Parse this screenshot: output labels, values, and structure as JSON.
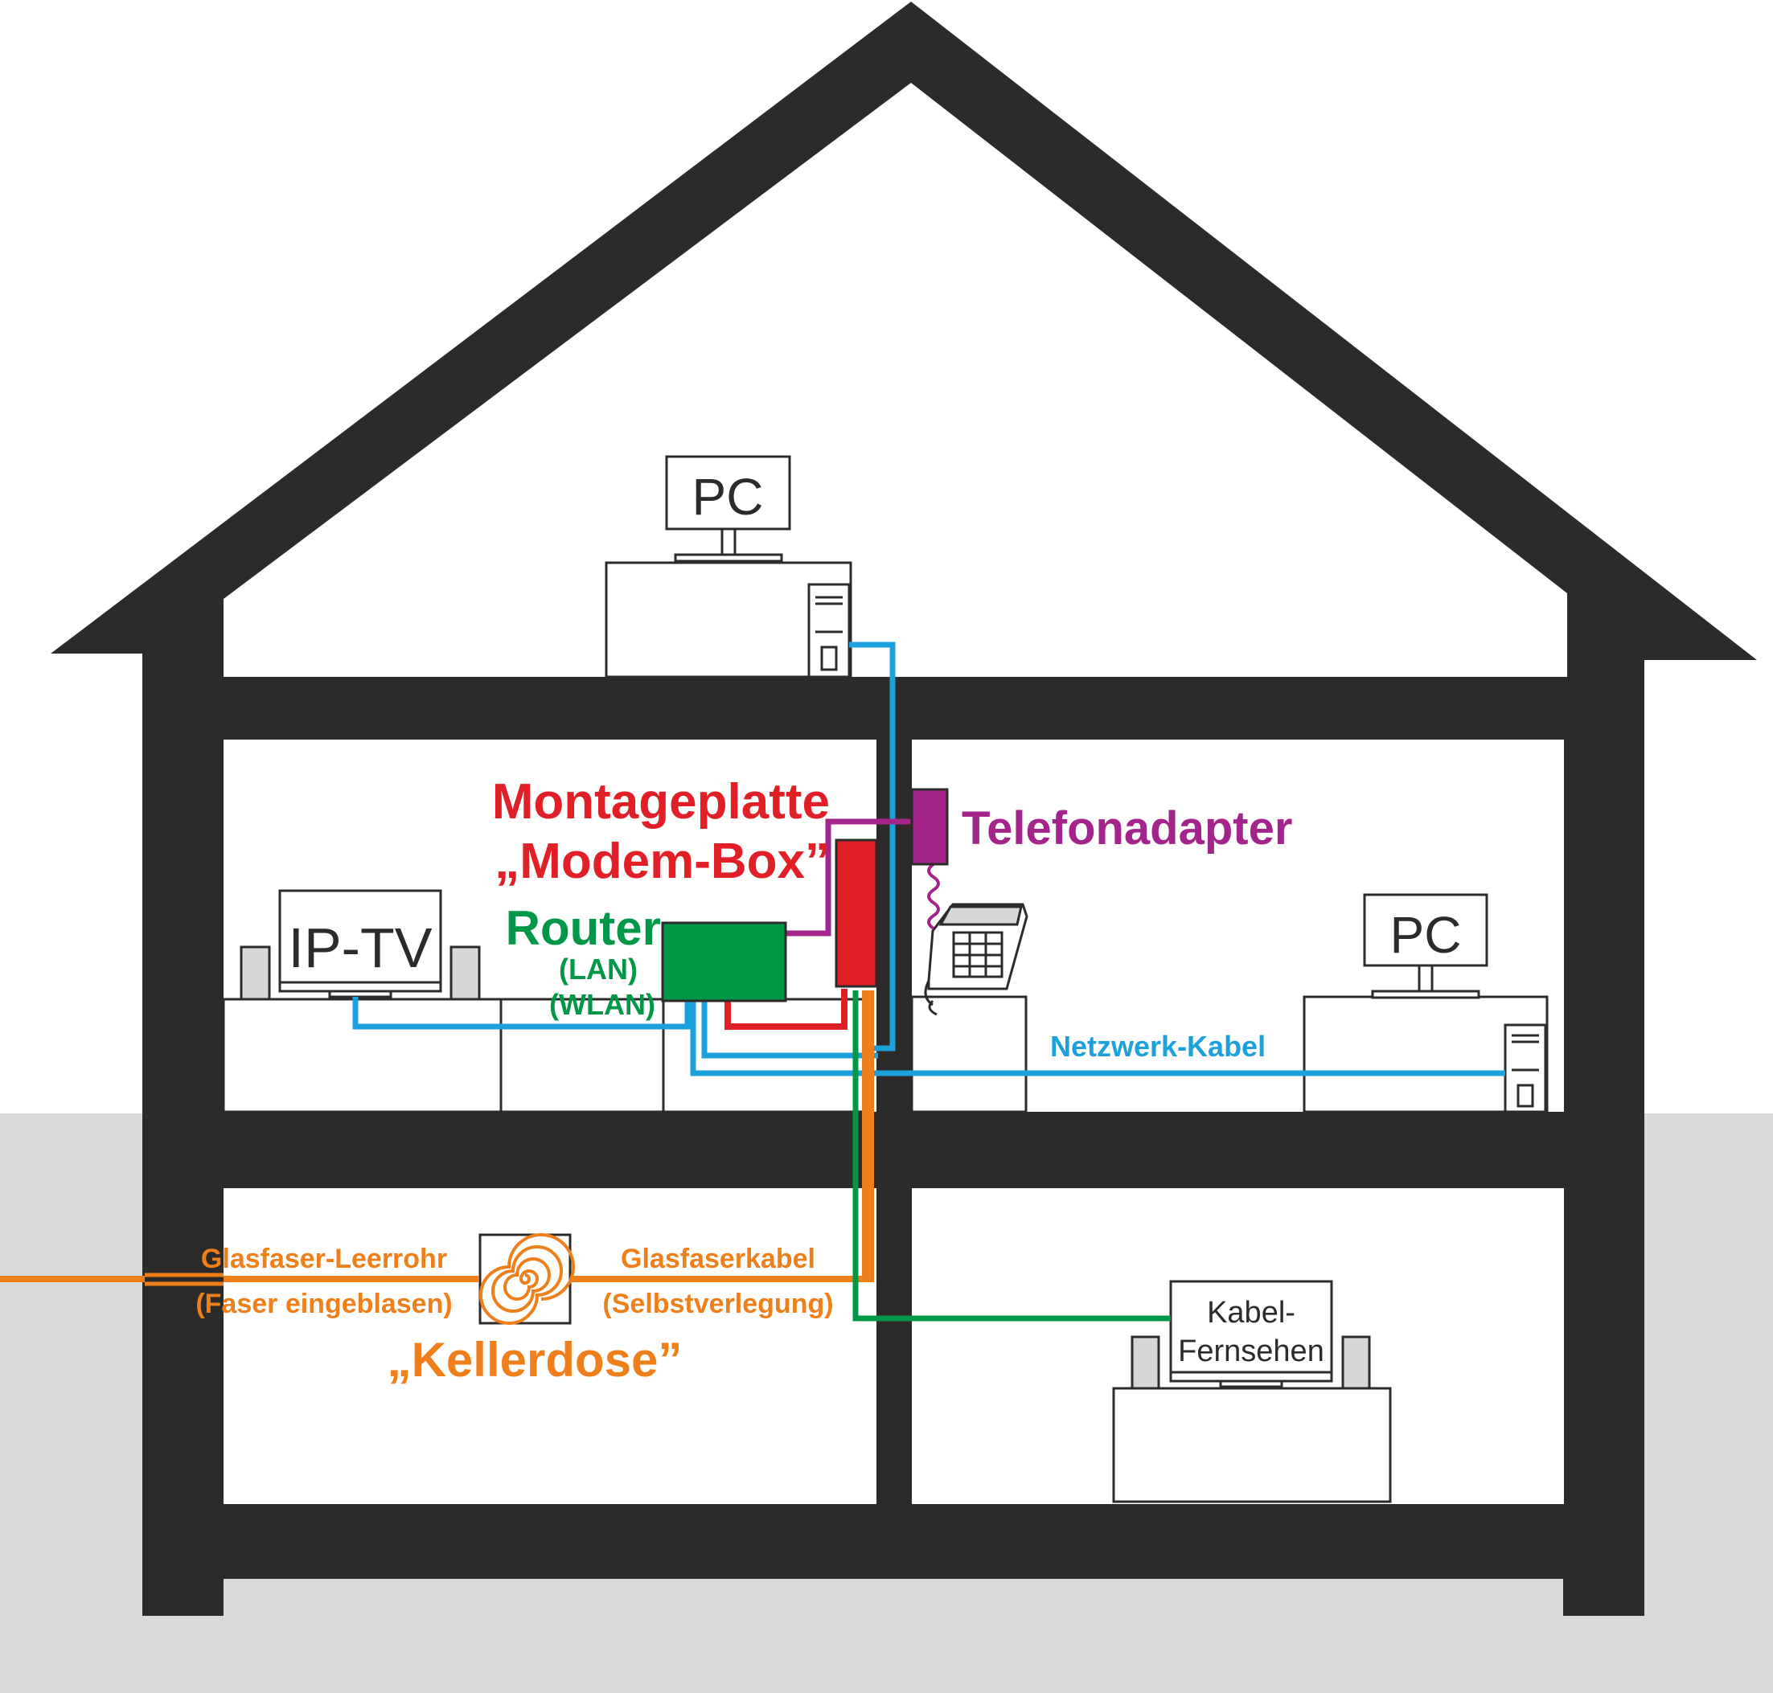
{
  "labels": {
    "pc_top": "PC",
    "pc_right": "PC",
    "iptv": "IP-TV",
    "montageplatte_line1": "Montageplatte",
    "montageplatte_line2": "„Modem-Box”",
    "telefonadapter": "Telefonadapter",
    "router": "Router",
    "router_lan": "(LAN)",
    "router_wlan": "(WLAN)",
    "netzwerk_kabel": "Netzwerk-Kabel",
    "glasfaser_leerrohr": "Glasfaser-Leerrohr",
    "faser_eingeblasen": "(Faser eingeblasen)",
    "glasfaserkabel": "Glasfaserkabel",
    "selbstverlegung": "(Selbstverlegung)",
    "kellerdose": "„Kellerdose”",
    "kabel_fernsehen_line1": "Kabel-",
    "kabel_fernsehen_line2": "Fernsehen"
  },
  "colors": {
    "wall": "#2d2b2a",
    "ground": "#d9dada",
    "network_cable": "#1da1dc",
    "modem_box": "#e01f26",
    "telephone_adapter": "#a3248b",
    "router": "#009846",
    "fiber": "#ef7f1a",
    "device_gray": "#d5d6d6"
  }
}
